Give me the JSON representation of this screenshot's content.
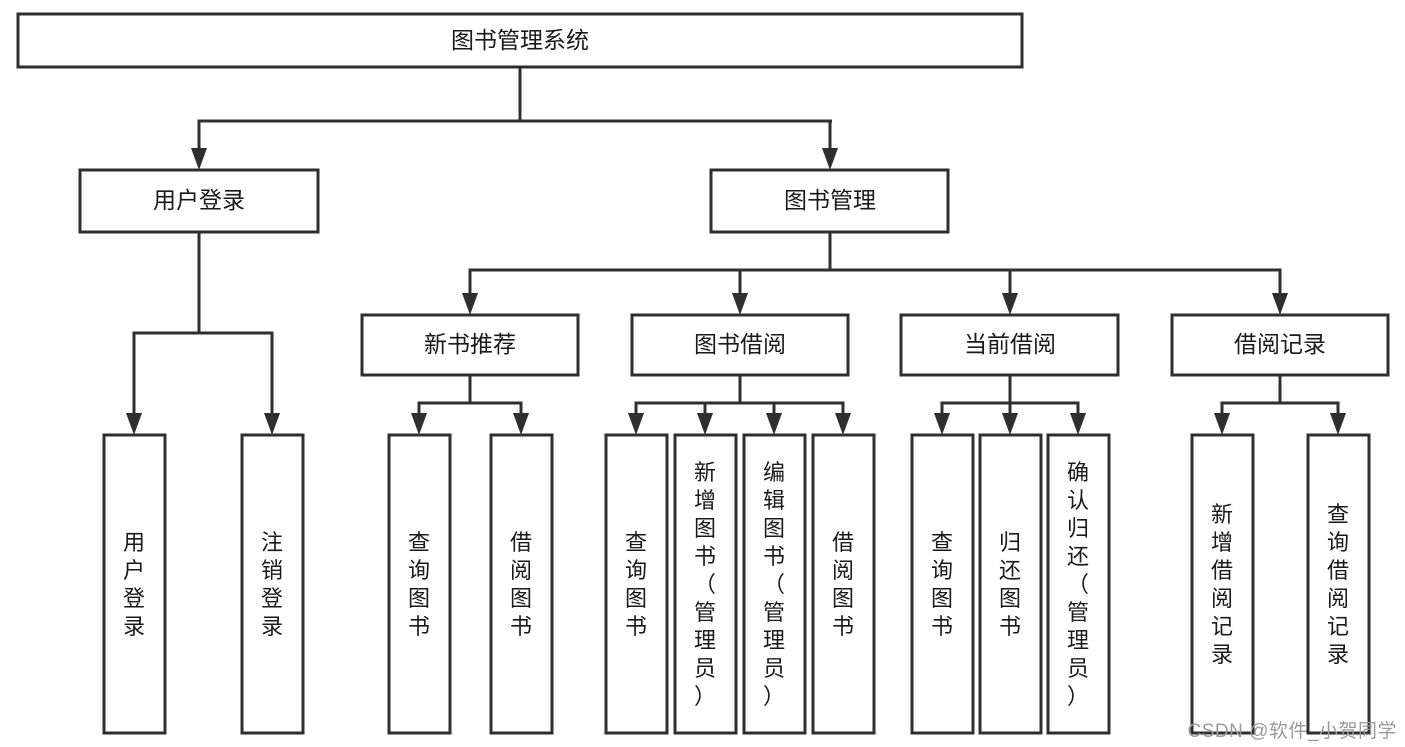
{
  "diagram": {
    "title": "图书管理系统",
    "type": "hierarchy-tree",
    "watermark": "CSDN @软件_小贺同学",
    "colors": {
      "background": "#ffffff",
      "box_fill": "#ffffff",
      "stroke": "#2f2f2f",
      "text": "#1a1a1a",
      "watermark": "#9a9a9a"
    },
    "root": {
      "label": "图书管理系统"
    },
    "level2": [
      {
        "label": "用户登录"
      },
      {
        "label": "图书管理"
      }
    ],
    "level3": [
      {
        "label": "新书推荐"
      },
      {
        "label": "图书借阅"
      },
      {
        "label": "当前借阅"
      },
      {
        "label": "借阅记录"
      }
    ],
    "leaves": {
      "user_login": [
        {
          "label": "用户登录"
        },
        {
          "label": "注销登录"
        }
      ],
      "new_book": [
        {
          "label": "查询图书"
        },
        {
          "label": "借阅图书"
        }
      ],
      "book_borrow": [
        {
          "label": "查询图书"
        },
        {
          "label": "新增图书（管理员）"
        },
        {
          "label": "编辑图书（管理员）"
        },
        {
          "label": "借阅图书"
        }
      ],
      "current_borrow": [
        {
          "label": "查询图书"
        },
        {
          "label": "归还图书"
        },
        {
          "label": "确认归还（管理员）"
        }
      ],
      "borrow_record": [
        {
          "label": "新增借阅记录"
        },
        {
          "label": "查询借阅记录"
        }
      ]
    }
  }
}
